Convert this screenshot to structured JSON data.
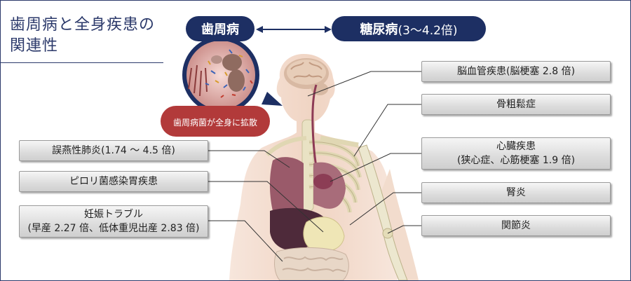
{
  "title": {
    "line1": "歯周病と全身疾患の",
    "line2": "関連性"
  },
  "header": {
    "perio_label": "歯周病",
    "dm_label": "糖尿病",
    "dm_ratio": "(3〜4.2倍)"
  },
  "bubble": {
    "caption": "歯周病菌が全身に拡散"
  },
  "left_labels": {
    "pneumonia": "誤燕性肺炎(1.74 〜 4.5 倍)",
    "pylori": "ピロリ菌感染胃疾患",
    "pregnancy_line1": "妊娠トラブル",
    "pregnancy_line2": "(早産 2.27 倍、低体重児出産 2.83 倍)"
  },
  "right_labels": {
    "cerebro": "脳血管疾患(脳梗塞 2.8 倍)",
    "osteo": "骨粗鬆症",
    "cardiac_line1": "心臓疾患",
    "cardiac_line2": "(狭心症、心筋梗塞 1.9 倍)",
    "kidney": "腎炎",
    "joint": "関節炎"
  },
  "colors": {
    "navy": "#1d2f63",
    "accent_red": "#b23a3a",
    "skin": "#f3dccf",
    "bone": "#ece7cf",
    "lung": "#9a5a6a",
    "liver": "#4e2a3a",
    "stomach": "#efe6b6"
  }
}
